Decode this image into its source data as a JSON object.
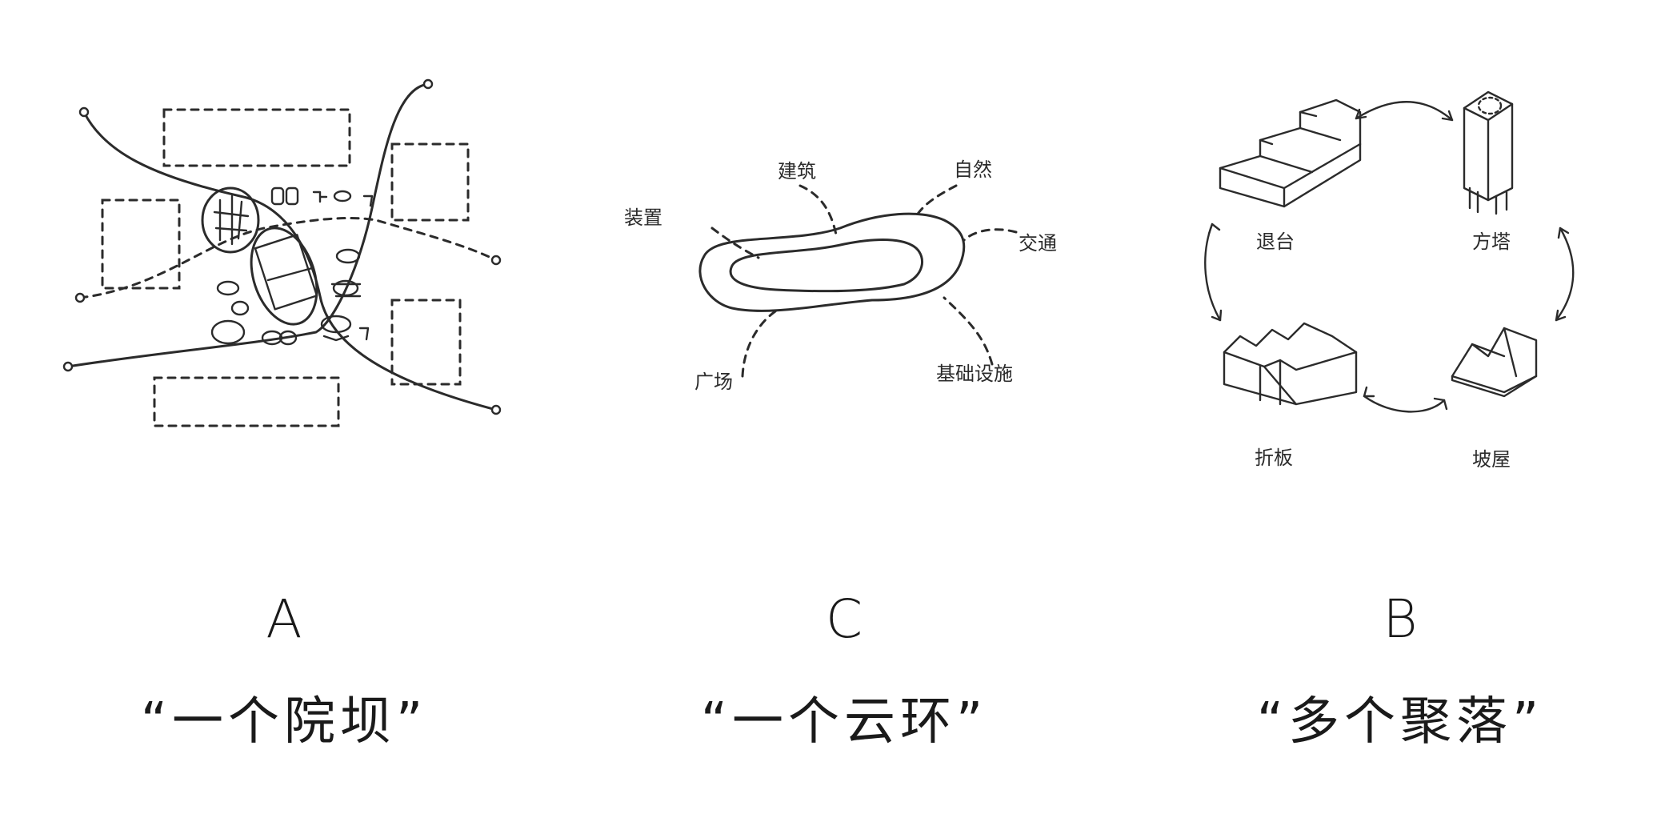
{
  "panels": [
    {
      "letter": "A",
      "caption": "“一个院坝”",
      "labels": []
    },
    {
      "letter": "C",
      "caption": "“一个云环”",
      "labels": [
        "建筑",
        "自然",
        "装置",
        "交通",
        "广场",
        "基础设施"
      ]
    },
    {
      "letter": "B",
      "caption": "“多个聚落”",
      "labels": [
        "退台",
        "方塔",
        "折板",
        "坡屋"
      ]
    }
  ]
}
